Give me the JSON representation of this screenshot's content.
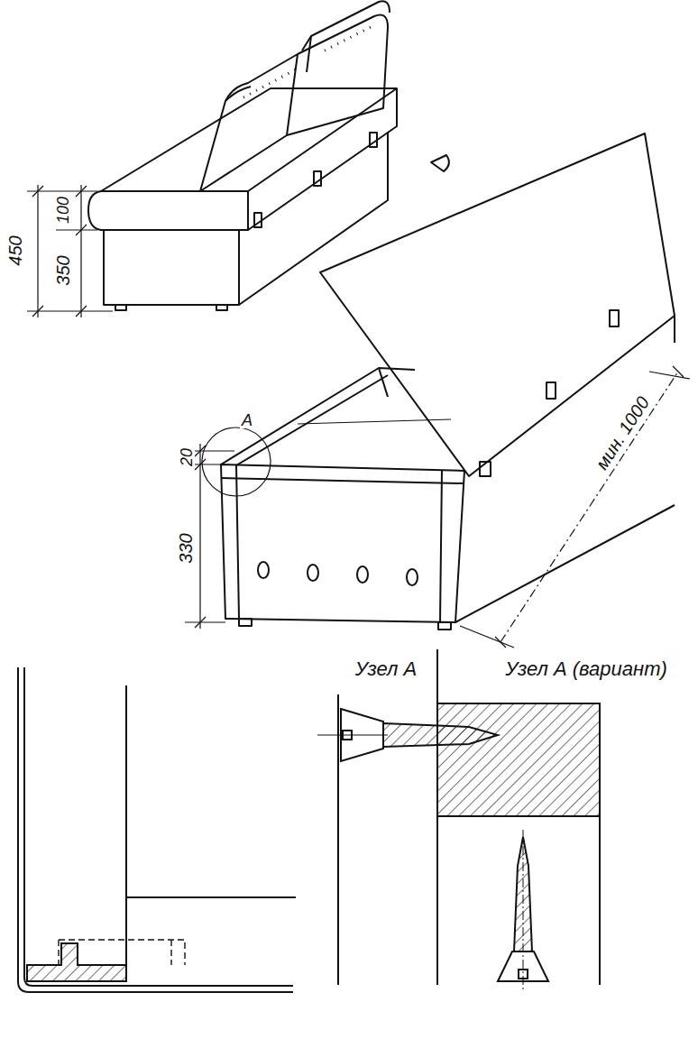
{
  "diagram": {
    "labels": [
      "450",
      "100",
      "350",
      "20",
      "А",
      "330",
      "мин. 1000",
      "Узел А",
      "Узел А (вариант)"
    ]
  }
}
